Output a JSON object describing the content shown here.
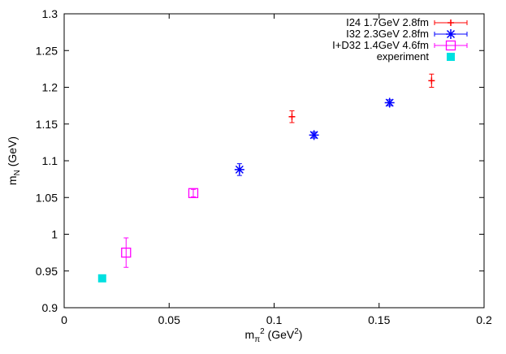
{
  "chart_data": {
    "type": "scatter",
    "xlabel": {
      "main": "m",
      "sub": "π",
      "sup": "2",
      "unit_pre": " (GeV",
      "unit_sup": "2",
      "unit_post": ")"
    },
    "ylabel": {
      "main": "m",
      "sub": "N",
      "unit": " (GeV)"
    },
    "xlim": [
      0,
      0.2
    ],
    "ylim": [
      0.9,
      1.3
    ],
    "xticks": [
      "0",
      "0.05",
      "0.1",
      "0.15",
      "0.2"
    ],
    "xtick_values": [
      0,
      0.05,
      0.1,
      0.15,
      0.2
    ],
    "yticks": [
      "0.9",
      "0.95",
      "1",
      "1.05",
      "1.1",
      "1.15",
      "1.2",
      "1.25",
      "1.3"
    ],
    "ytick_values": [
      0.9,
      0.95,
      1.0,
      1.05,
      1.1,
      1.15,
      1.2,
      1.25,
      1.3
    ],
    "grid": false,
    "legend_position": "top-right",
    "series": [
      {
        "name": "I24 1.7GeV 2.8fm",
        "marker": "plus",
        "color": "#ff0000",
        "points": [
          {
            "x": 0.1085,
            "y": 1.16,
            "err": 0.008
          },
          {
            "x": 0.175,
            "y": 1.209,
            "err": 0.009
          }
        ]
      },
      {
        "name": "I32 2.3GeV 2.8fm",
        "marker": "star",
        "color": "#0000ff",
        "points": [
          {
            "x": 0.0835,
            "y": 1.088,
            "err": 0.008
          },
          {
            "x": 0.119,
            "y": 1.135,
            "err": 0.004
          },
          {
            "x": 0.155,
            "y": 1.179,
            "err": 0.004
          }
        ]
      },
      {
        "name": "I+D32 1.4GeV 4.6fm",
        "marker": "open-square",
        "color": "#ff00ff",
        "points": [
          {
            "x": 0.0295,
            "y": 0.975,
            "err": 0.02
          },
          {
            "x": 0.0615,
            "y": 1.056,
            "err": 0.005
          }
        ]
      },
      {
        "name": "experiment",
        "marker": "filled-square",
        "color": "#00e0e0",
        "points": [
          {
            "x": 0.0181,
            "y": 0.94
          }
        ]
      }
    ]
  }
}
